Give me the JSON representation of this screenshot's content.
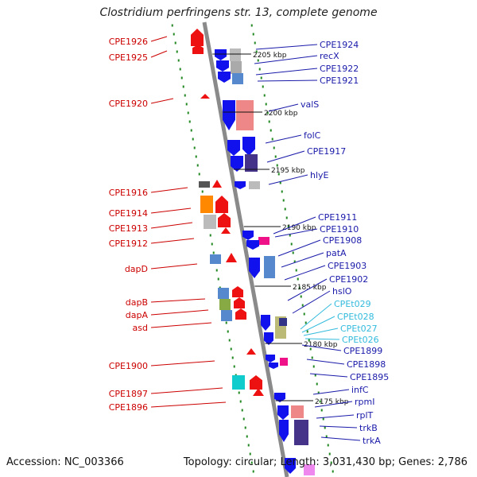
{
  "title": "Clostridium perfringens str. 13, complete genome",
  "footer": {
    "accession": "Accession: NC_003366",
    "summary": "Topology: circular; Length: 3,031,430 bp; Genes: 2,786"
  },
  "colors": {
    "left_label": "#cc0000",
    "right_label": "#1a1aaa",
    "rna_label": "#33bbdd",
    "backbone": "#8a8a8a",
    "tick_dots": "#228822",
    "forward_feature": "#ee1111",
    "reverse_feature": "#1111ee"
  },
  "kbp_marks": [
    "2205 kbp",
    "2200 kbp",
    "2195 kbp",
    "2190 kbp",
    "2185 kbp",
    "2180 kbp",
    "2175 kbp"
  ],
  "left_labels": [
    "CPE1926",
    "CPE1925",
    "CPE1920",
    "CPE1916",
    "CPE1914",
    "CPE1913",
    "CPE1912",
    "dapD",
    "dapB",
    "dapA",
    "asd",
    "CPE1900",
    "CPE1897",
    "CPE1896"
  ],
  "right_labels": [
    "CPE1924",
    "recX",
    "CPE1922",
    "CPE1921",
    "valS",
    "folC",
    "CPE1917",
    "hlyE",
    "CPE1911",
    "CPE1910",
    "CPE1908",
    "patA",
    "CPE1903",
    "CPE1902",
    "hslO",
    "CPE1899",
    "CPE1898",
    "CPE1895",
    "infC",
    "rpmI",
    "rplT",
    "trkB",
    "trkA"
  ],
  "rna_labels": [
    "CPEt029",
    "CPEt028",
    "CPEt027",
    "CPEt026"
  ]
}
